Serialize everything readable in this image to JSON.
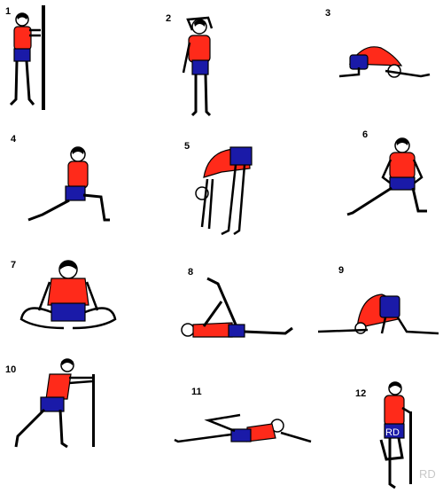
{
  "colors": {
    "shirt": "#ff2a1a",
    "shorts": "#1a1aa8",
    "skin": "#ffffff",
    "outline": "#000000"
  },
  "exercises": [
    {
      "number": "1"
    },
    {
      "number": "2"
    },
    {
      "number": "3"
    },
    {
      "number": "4"
    },
    {
      "number": "5"
    },
    {
      "number": "6"
    },
    {
      "number": "7"
    },
    {
      "number": "8"
    },
    {
      "number": "9"
    },
    {
      "number": "10"
    },
    {
      "number": "11"
    },
    {
      "number": "12"
    }
  ],
  "watermarks": {
    "on_shorts": "RD",
    "corner": "RD"
  }
}
